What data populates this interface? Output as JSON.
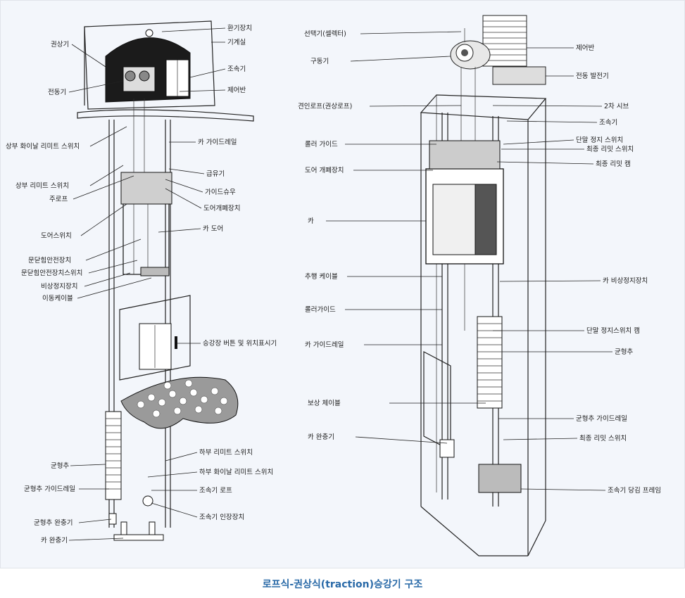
{
  "caption": "로프식-권상식(traction)승강기 구조",
  "left_figure": {
    "labels": {
      "l1": "권상기",
      "l2": "전동기",
      "l3": "상부 화이날 리미트 스위치",
      "l4": "상부 리미트 스위치",
      "l5": "주로프",
      "l6": "도어스위치",
      "l7": "문닫힘안전장치",
      "l8": "문닫힘안전장치스위치",
      "l9": "비상정지장치",
      "l10": "이동케이블",
      "l11": "균형추",
      "l12": "균형추 가이드레일",
      "l13": "균형추 완충기",
      "l14": "카 완충기",
      "r1": "환기장치",
      "r2": "기계실",
      "r3": "조속기",
      "r4": "제어반",
      "r5": "카 가이드레일",
      "r6": "급유기",
      "r7": "가이드슈우",
      "r8": "도어개폐장치",
      "r9": "카 도어",
      "r10": "승강장 버튼 및 위치표시기",
      "r11": "하부 리미트 스위치",
      "r12": "하부 화이날 리미트 스위치",
      "r13": "조속기 로프",
      "r14": "조속기 인장장치"
    }
  },
  "right_figure": {
    "labels": {
      "l1": "선택기(셀렉터)",
      "l2": "구동기",
      "l3": "견인로프(권상로프)",
      "l4": "롤러 가이드",
      "l5": "도어 개폐장치",
      "l6": "카",
      "l7": "추행 케이블",
      "l8": "롤러가이드",
      "l9": "카 가이드레일",
      "l10": "보상 체이블",
      "l11": "카 완충기",
      "r1": "제어반",
      "r2": "전동 발전기",
      "r3": "2차 시브",
      "r4": "조속기",
      "r5": "단말 정지 스위치",
      "r6": "최종 리밋 스위치",
      "r7": "최종 리밋 캠",
      "r8": "카 비상정지장치",
      "r9": "단말 정지스위치 캠",
      "r10": "균형추",
      "r11": "균형추 가이드레일",
      "r12": "최종 리밋 스위치",
      "r13": "조속기 당김 프레임"
    }
  }
}
